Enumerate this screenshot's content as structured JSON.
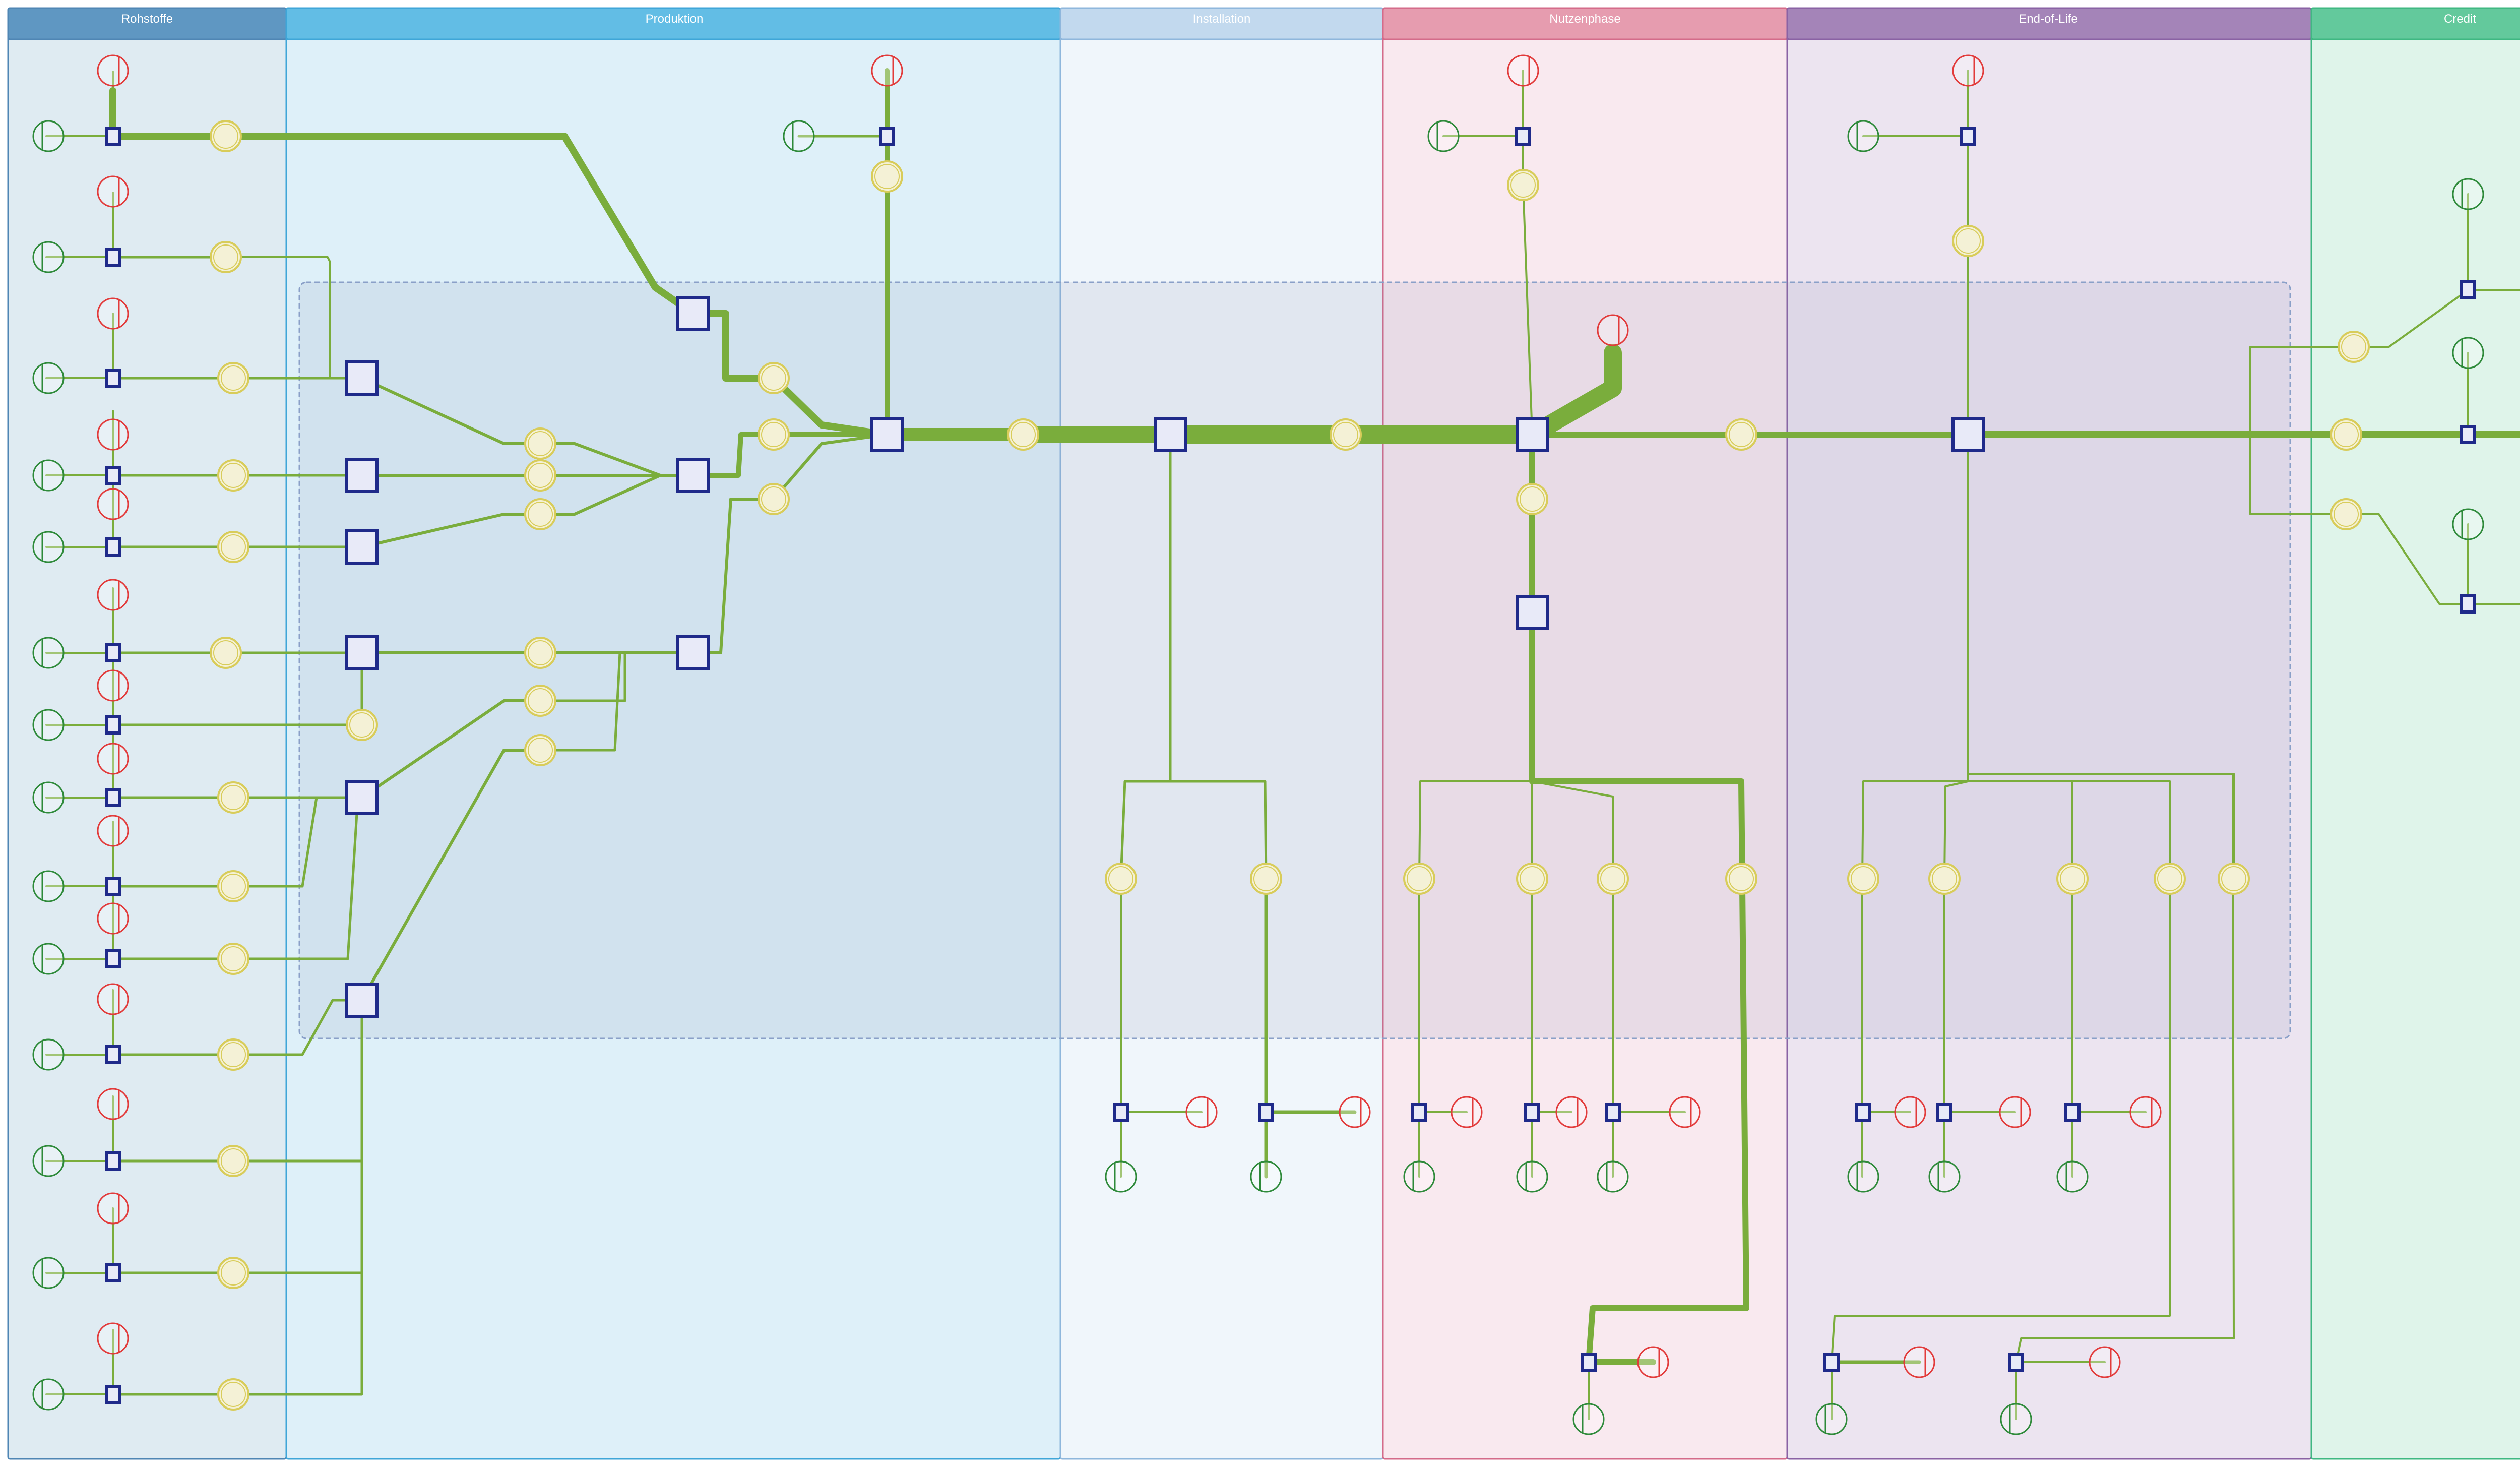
{
  "lanes": [
    {
      "title": "Rohstoffe",
      "fill": "#dfebf2",
      "stroke": "#4f86b4",
      "header": "#5f97c2"
    },
    {
      "title": "Produktion",
      "fill": "#def0f9",
      "stroke": "#3fa6d8",
      "header": "#62bde5"
    },
    {
      "title": "Installation",
      "fill": "#f0f6fb",
      "stroke": "#8fb7dc",
      "header": "#c2d9ee"
    },
    {
      "title": "Nutzenphase",
      "fill": "#f9e9ef",
      "stroke": "#d46b8a",
      "header": "#e69caf"
    },
    {
      "title": "End-of-Life",
      "fill": "#ece4f0",
      "stroke": "#8a62a4",
      "header": "#a484b8"
    },
    {
      "title": "Credit",
      "fill": "#dff4ea",
      "stroke": "#3fb882",
      "header": "#63c99c"
    }
  ],
  "colors": {
    "flow": "#7aad3c",
    "process_border": "#1f2a8a",
    "process_fill": "#e8eaf8",
    "flow_node_border": "#d8cc5a",
    "flow_node_fill": "#f4f1d6",
    "emission": "#e23b3b",
    "resource": "#2e8a3a",
    "group_box": "#8aa0c8"
  },
  "icons": {
    "process": "process-box",
    "flow_node": "flow-circle",
    "emission": "emission-circle",
    "resource": "resource-circle"
  }
}
